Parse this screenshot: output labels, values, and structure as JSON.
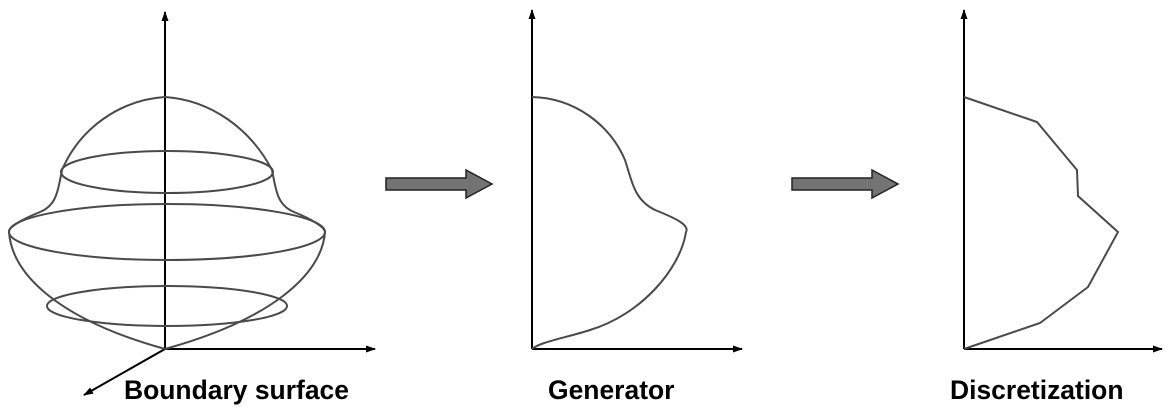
{
  "colors": {
    "curve": "#4a4a4a",
    "axis": "#000000",
    "arrow_fill": "#737373",
    "arrow_stroke": "#222222",
    "background": "#ffffff"
  },
  "panels": [
    {
      "label": "Boundary surface"
    },
    {
      "label": "Generator"
    },
    {
      "label": "Discretization"
    }
  ],
  "transitions": [
    {
      "icon": "right-arrow-icon"
    },
    {
      "icon": "right-arrow-icon"
    }
  ]
}
